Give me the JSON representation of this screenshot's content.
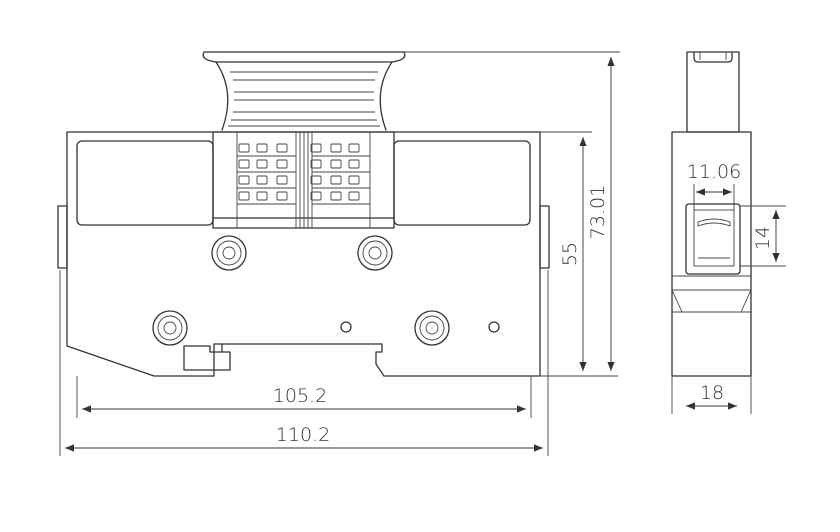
{
  "dimensions": {
    "inner_width": "105.2",
    "outer_width": "110.2",
    "body_height": "55",
    "total_height": "73.01",
    "window_width": "11.06",
    "window_height": "14",
    "side_width": "18"
  },
  "colors": {
    "line": "#333333",
    "background": "#ffffff"
  }
}
